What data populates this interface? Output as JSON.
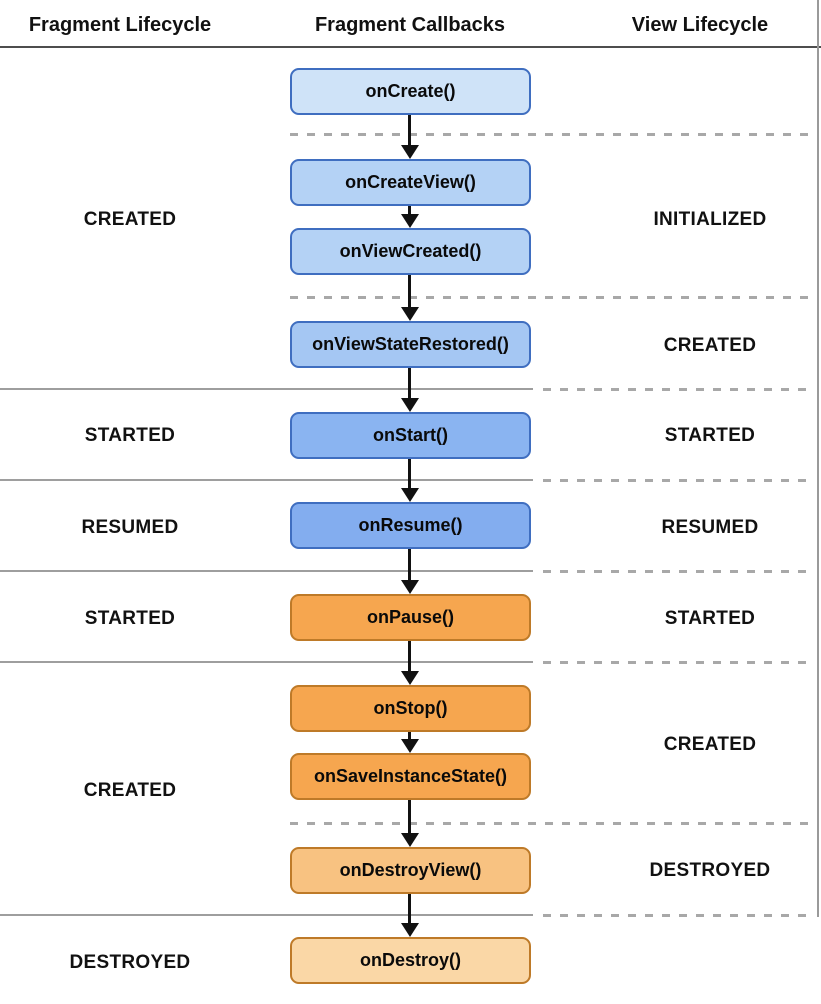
{
  "page": {
    "title": "Fragment view lifecycle diagram"
  },
  "palette": {
    "blue_lightest": "#CFE3F8",
    "blue_light": "#B4D2F5",
    "blue_medium_light": "#A5C7F3",
    "blue_medium": "#8AB4F1",
    "blue_deep": "#83ADEF",
    "blue_border": "#3F6EC0",
    "orange_fill": "#F6A64F",
    "orange_light": "#F8C281",
    "orange_lightest": "#FAD7A6",
    "orange_border": "#BE7A28",
    "divider_solid_gray": "#9E9E9E",
    "divider_dashed_gray": "#A8A8A8",
    "header_rule": "#4D4D4D",
    "arrow_color": "#111111"
  },
  "headers": {
    "fragment_lifecycle": "Fragment Lifecycle",
    "fragment_callbacks": "Fragment Callbacks",
    "view_lifecycle": "View Lifecycle"
  },
  "fragment_states": [
    {
      "label": "CREATED"
    },
    {
      "label": "STARTED"
    },
    {
      "label": "RESUMED"
    },
    {
      "label": "STARTED"
    },
    {
      "label": "CREATED"
    },
    {
      "label": "DESTROYED"
    }
  ],
  "view_states": [
    {
      "label": "INITIALIZED"
    },
    {
      "label": "CREATED"
    },
    {
      "label": "STARTED"
    },
    {
      "label": "RESUMED"
    },
    {
      "label": "STARTED"
    },
    {
      "label": "CREATED"
    },
    {
      "label": "DESTROYED"
    }
  ],
  "callbacks": [
    {
      "label": "onCreate()"
    },
    {
      "label": "onCreateView()"
    },
    {
      "label": "onViewCreated()"
    },
    {
      "label": "onViewStateRestored()"
    },
    {
      "label": "onStart()"
    },
    {
      "label": "onResume()"
    },
    {
      "label": "onPause()"
    },
    {
      "label": "onStop()"
    },
    {
      "label": "onSaveInstanceState()"
    },
    {
      "label": "onDestroyView()"
    },
    {
      "label": "onDestroy()"
    }
  ]
}
